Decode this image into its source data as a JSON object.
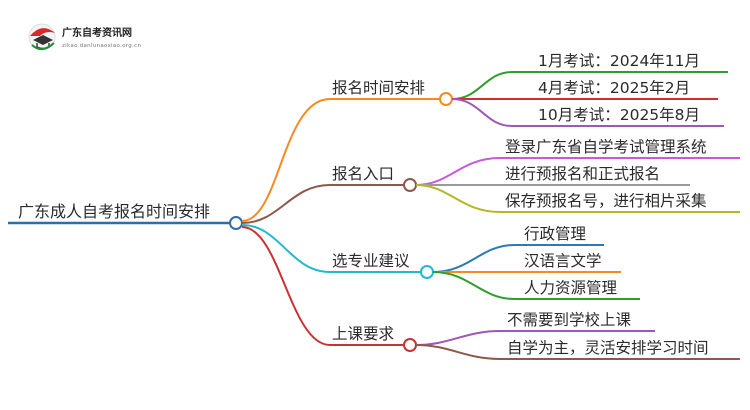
{
  "brand": {
    "name": "广东自考资讯网",
    "url": "zikao.danlunaoxiao.org.cn",
    "logo_icon": "graduation-cap-icon"
  },
  "colors": {
    "orange": "#f58a1f",
    "brown": "#8b5a4a",
    "cyan": "#22b8cf",
    "red": "#c83232",
    "green": "#2e9e2e",
    "purple": "#9b59b6",
    "gray": "#9a9a9a",
    "olive": "#b5b52a",
    "blue": "#2a7ab8",
    "root": "#2f6fa8"
  },
  "root": "广东成人自考报名时间安排",
  "branches": [
    {
      "label": "报名时间安排",
      "children": [
        "1月考试：2024年11月",
        "4月考试：2025年2月",
        "10月考试：2025年8月"
      ]
    },
    {
      "label": "报名入口",
      "children": [
        "登录广东省自学考试管理系统",
        "进行预报名和正式报名",
        "保存预报名号，进行相片采集"
      ]
    },
    {
      "label": "选专业建议",
      "children": [
        "行政管理",
        "汉语言文学",
        "人力资源管理"
      ]
    },
    {
      "label": "上课要求",
      "children": [
        "不需要到学校上课",
        "自学为主，灵活安排学习时间"
      ]
    }
  ]
}
